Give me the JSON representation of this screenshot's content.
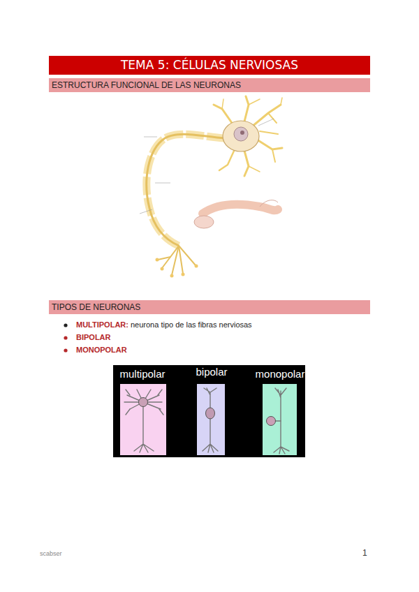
{
  "diagram": {
    "title": "TEMA 5: CÉLULAS NERVIOSAS",
    "nodes": [
      {
        "text": [
          "ESTRUCTURA FUNCIONAL DE LAS NEURONAS"
        ]
      },
      {
        "text": [
          "TIPOS DE NEURONAS"
        ]
      }
    ],
    "labels": [
      "MULTIPOLAR:",
      "neurona tipo de las fibras nerviosas",
      "BIPOLAR",
      "MONOPOLAR",
      "multipolar",
      "bipolar",
      "monopolar",
      "scabser",
      "1"
    ]
  }
}
